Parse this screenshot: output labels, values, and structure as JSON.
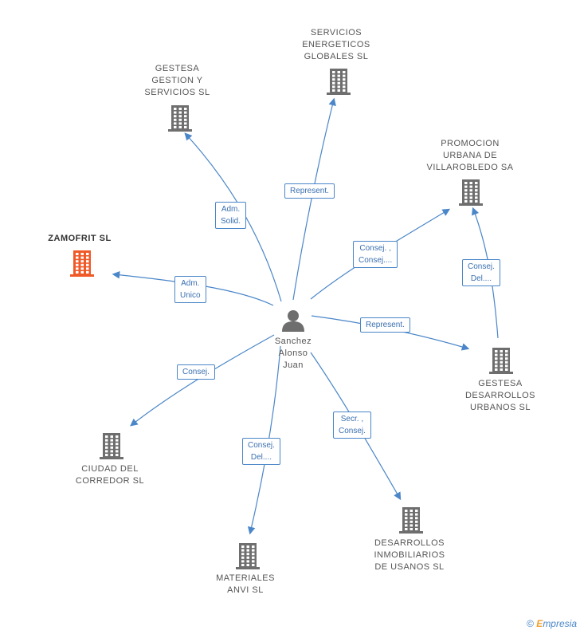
{
  "center": {
    "lines": [
      "Sanchez",
      "Alonso",
      "Juan"
    ]
  },
  "companies": [
    {
      "lines": [
        "ZAMOFRIT SL"
      ],
      "highlight": true
    },
    {
      "lines": [
        "GESTESA",
        "GESTION Y",
        "SERVICIOS SL"
      ]
    },
    {
      "lines": [
        "SERVICIOS",
        "ENERGETICOS",
        "GLOBALES SL"
      ]
    },
    {
      "lines": [
        "PROMOCION",
        "URBANA DE",
        "VILLAROBLEDO SA"
      ]
    },
    {
      "lines": [
        "GESTESA",
        "DESARROLLOS",
        "URBANOS SL"
      ]
    },
    {
      "lines": [
        "CIUDAD DEL",
        "CORREDOR SL"
      ]
    },
    {
      "lines": [
        "MATERIALES",
        "ANVI SL"
      ]
    },
    {
      "lines": [
        "DESARROLLOS",
        "INMOBILIARIOS",
        "DE USANOS SL"
      ]
    }
  ],
  "relations": [
    {
      "lines": [
        "Adm.",
        "Unico"
      ]
    },
    {
      "lines": [
        "Adm.",
        "Solid."
      ]
    },
    {
      "lines": [
        "Represent."
      ]
    },
    {
      "lines": [
        "Consej. ,",
        "Consej...."
      ]
    },
    {
      "lines": [
        "Represent."
      ]
    },
    {
      "lines": [
        "Consej."
      ]
    },
    {
      "lines": [
        "Consej.",
        "Del...."
      ]
    },
    {
      "lines": [
        "Secr. ,",
        "Consej."
      ]
    },
    {
      "lines": [
        "Consej.",
        "Del...."
      ]
    }
  ],
  "colors": {
    "edge": "#4a86c8",
    "building": "#6e6e6e",
    "highlight": "#f05a28",
    "person": "#6e6e6e"
  },
  "footer": {
    "symbol": "©",
    "brand_initial": "E",
    "brand_rest": "mpresia"
  }
}
